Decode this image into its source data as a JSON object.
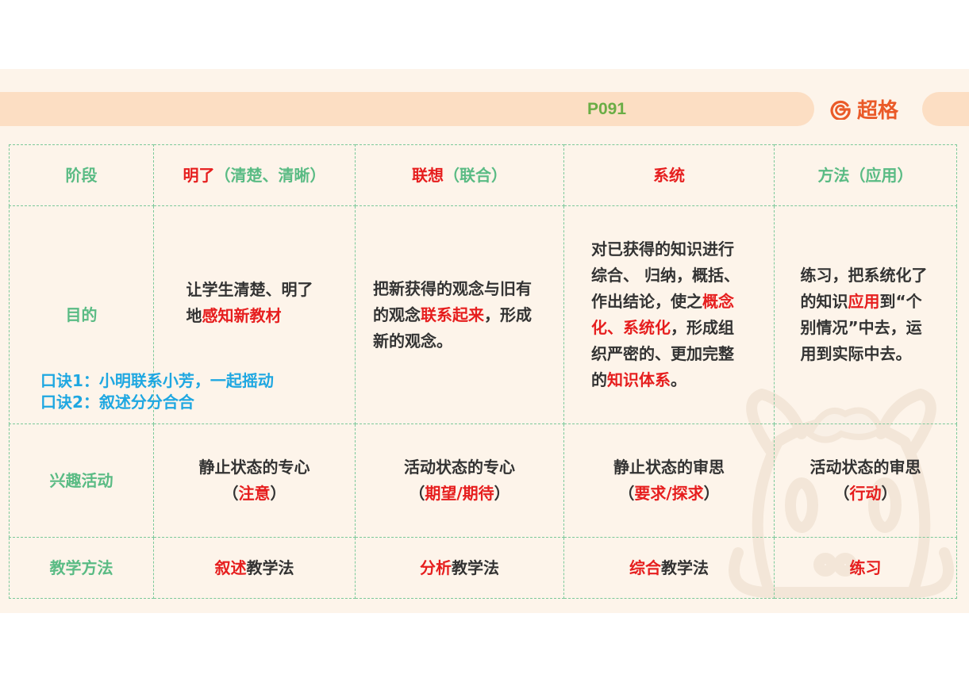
{
  "header": {
    "page_number": "P091",
    "brand_name": "超格",
    "brand_icon": "g-logo-icon",
    "colors": {
      "bar": "#fcdec3",
      "page_number": "#6aad45",
      "brand": "#ea5a28"
    }
  },
  "table": {
    "row_labels": {
      "stage": "阶段",
      "purpose": "目的",
      "interest": "兴趣活动",
      "method": "教学方法"
    },
    "headers": [
      {
        "red": "明了",
        "green": "（清楚、清晰）"
      },
      {
        "red": "联想",
        "green": "（联合）"
      },
      {
        "red": "系统",
        "green": ""
      },
      {
        "red": "",
        "green": "方法（应用）"
      }
    ],
    "purpose": [
      {
        "parts": [
          {
            "t": "让学生清楚、明了地",
            "c": "dark"
          },
          {
            "t": "感知新教材",
            "c": "red"
          }
        ]
      },
      {
        "parts": [
          {
            "t": "把新获得的观念与旧有的观念",
            "c": "dark"
          },
          {
            "t": "联系起来",
            "c": "red"
          },
          {
            "t": "，形成新的观念。",
            "c": "dark"
          }
        ]
      },
      {
        "parts": [
          {
            "t": "对已获得的知识进行综合、 归纳，概括、作出结论，使之",
            "c": "dark"
          },
          {
            "t": "概念化、系统化",
            "c": "red"
          },
          {
            "t": "，形成组织严密的、更加完整的",
            "c": "dark"
          },
          {
            "t": "知识体系",
            "c": "red"
          },
          {
            "t": "。",
            "c": "dark"
          }
        ]
      },
      {
        "parts": [
          {
            "t": "练习，把系统化了的知识",
            "c": "dark"
          },
          {
            "t": "应用",
            "c": "red"
          },
          {
            "t": "到“个别情况”中去，运用到实际中去。",
            "c": "dark"
          }
        ]
      }
    ],
    "interest": [
      {
        "main": "静止状态的专心",
        "open": "（",
        "red": "注意",
        "close": "）"
      },
      {
        "main": "活动状态的专心",
        "open": "（",
        "red": "期望/期待",
        "close": "）"
      },
      {
        "main": "静止状态的审思",
        "open": "（",
        "red": "要求/探求",
        "close": "）"
      },
      {
        "main": "活动状态的审思",
        "open": "（",
        "red": "行动",
        "close": "）"
      }
    ],
    "method": [
      {
        "red": "叙述",
        "dark": "教学法"
      },
      {
        "red": "分析",
        "dark": "教学法"
      },
      {
        "red": "综合",
        "dark": "教学法"
      },
      {
        "red": "练习",
        "dark": ""
      }
    ],
    "colors": {
      "label": "#5abb84",
      "emphasis": "#e61e1e",
      "body": "#333333",
      "border": "#7cc99a"
    }
  },
  "mnemonics": {
    "line1": "口诀1：小明联系小芳，一起摇动",
    "line2": "口诀2：叙述分分合合",
    "color": "#1ea7e1"
  },
  "watermark": {
    "icon": "mascot-horse-icon"
  }
}
